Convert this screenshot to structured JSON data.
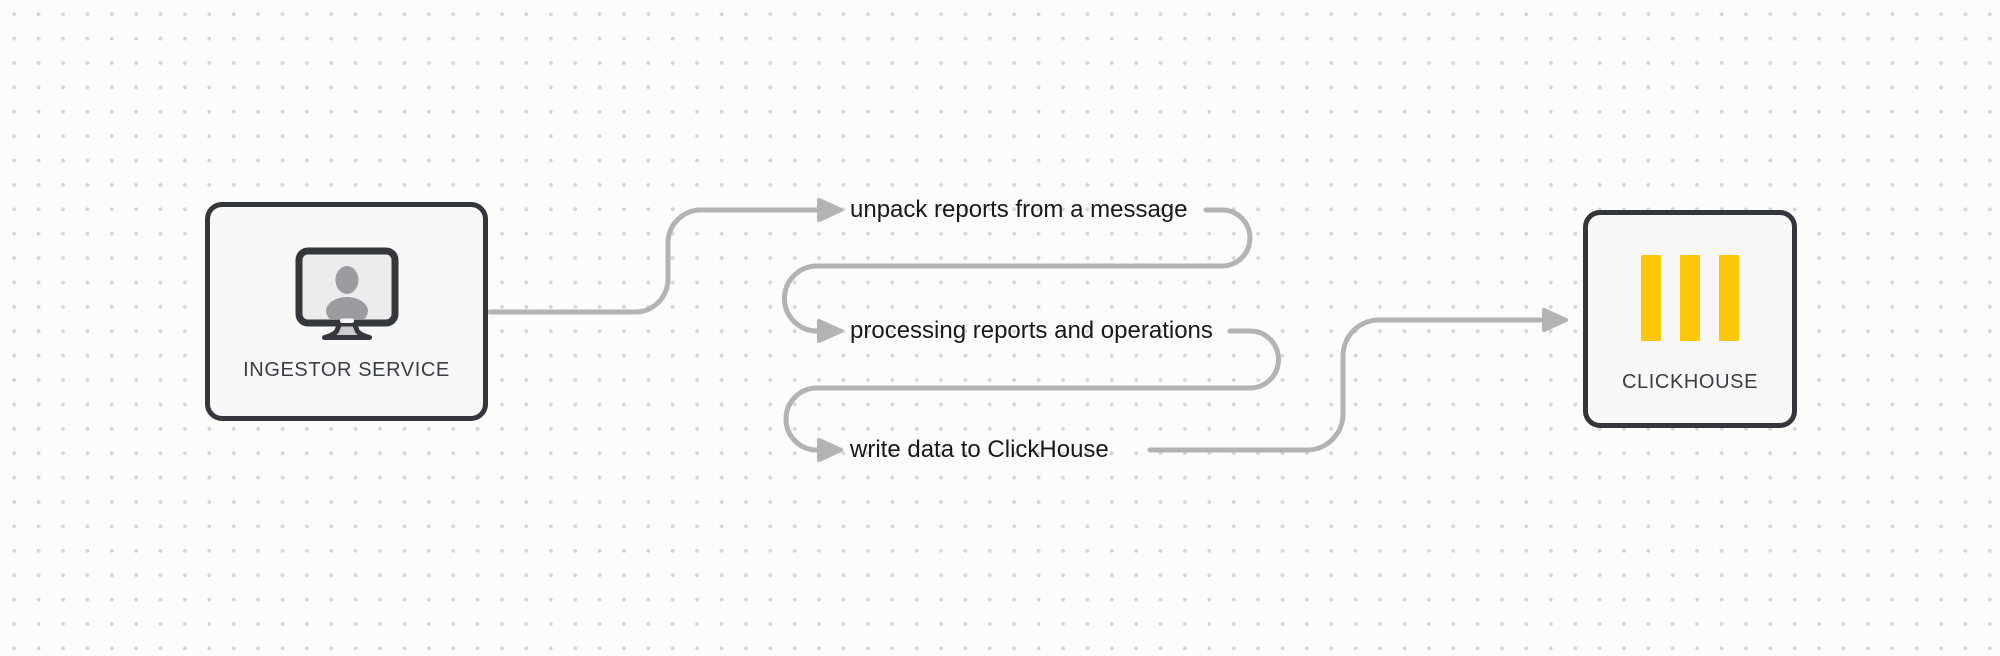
{
  "nodes": {
    "ingestor": {
      "label": "INGESTOR SERVICE",
      "icon": "monitor-user-icon"
    },
    "clickhouse": {
      "label": "CLICKHOUSE",
      "icon": "clickhouse-logo-icon"
    }
  },
  "steps": [
    {
      "label": "unpack reports from a message"
    },
    {
      "label": "processing reports and operations"
    },
    {
      "label": "write data to ClickHouse"
    }
  ],
  "colors": {
    "bg": "#fcfcfb",
    "dot": "#d6d6d4",
    "connector": "#b3b3b3",
    "node_border": "#33363a",
    "node_fill": "#f7f8f7",
    "node_label": "#3a3e44",
    "step_text": "#17191c",
    "ch_yellow": "#fec80a",
    "icon_dark": "#34383c",
    "icon_screen": "#ececec",
    "icon_person": "#9a9ca0",
    "icon_stand": "#cbccce"
  }
}
